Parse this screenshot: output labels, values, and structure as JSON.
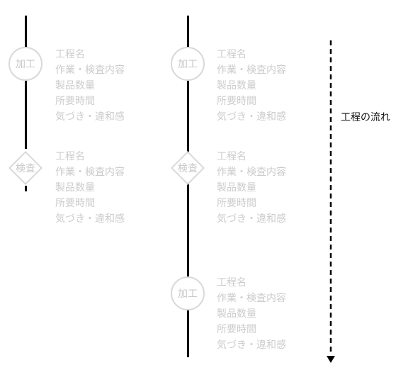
{
  "columns": [
    {
      "steps": [
        {
          "kind": "circle",
          "label": "加工",
          "fields": [
            "工程名",
            "作業・検査内容",
            "製品数量",
            "所要時間",
            "気づき・違和感"
          ]
        },
        {
          "kind": "diamond",
          "label": "検査",
          "fields": [
            "工程名",
            "作業・検査内容",
            "製品数量",
            "所要時間",
            "気づき・違和感"
          ]
        }
      ]
    },
    {
      "steps": [
        {
          "kind": "circle",
          "label": "加工",
          "fields": [
            "工程名",
            "作業・検査内容",
            "製品数量",
            "所要時間",
            "気づき・違和感"
          ]
        },
        {
          "kind": "diamond",
          "label": "検査",
          "fields": [
            "工程名",
            "作業・検査内容",
            "製品数量",
            "所要時間",
            "気づき・違和感"
          ]
        },
        {
          "kind": "circle",
          "label": "加工",
          "fields": [
            "工程名",
            "作業・検査内容",
            "製品数量",
            "所要時間",
            "気づき・違和感"
          ]
        }
      ]
    }
  ],
  "flow": {
    "label": "工程の流れ"
  },
  "colors": {
    "line": "#000000",
    "node_border": "#d9d9d9",
    "faded_text": "#cccccc"
  }
}
